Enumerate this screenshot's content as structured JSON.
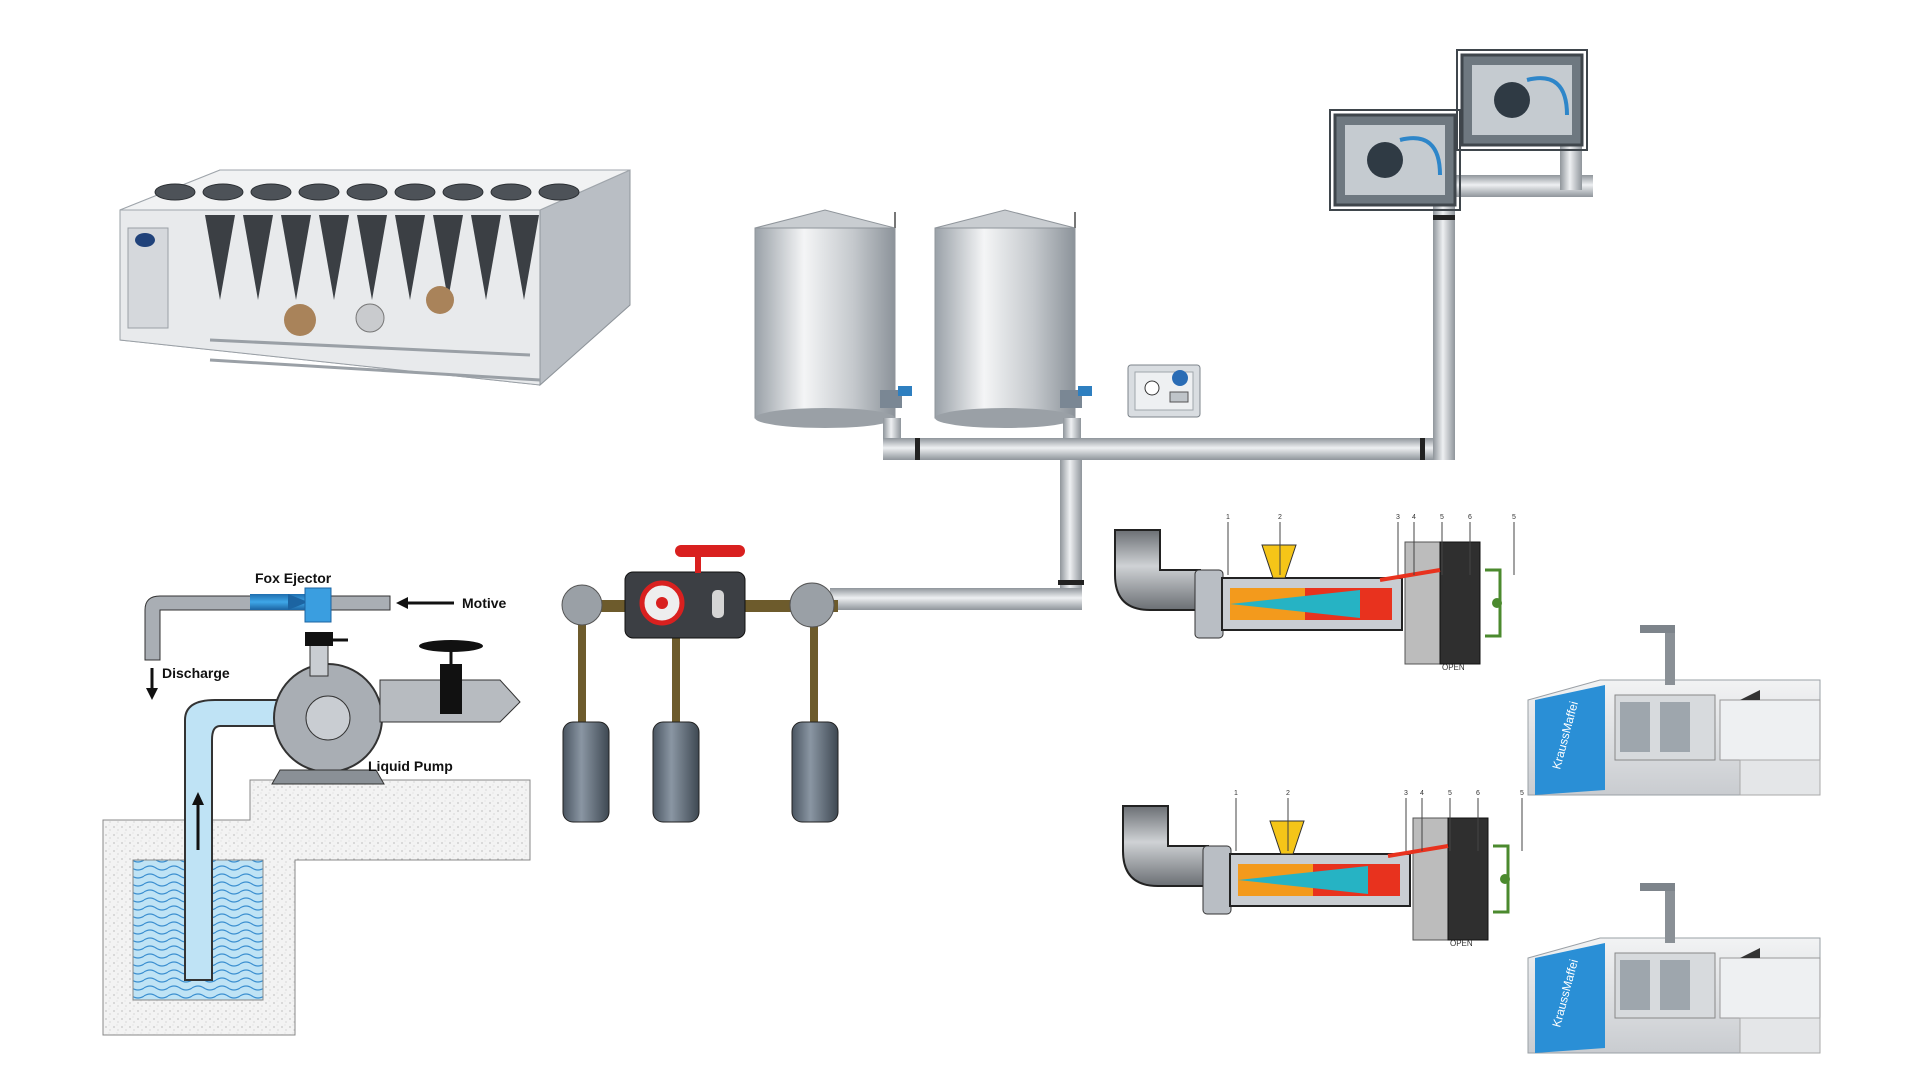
{
  "pump_diagram": {
    "ejector_label": "Fox Ejector",
    "motive_label": "Motive",
    "discharge_label": "Discharge",
    "pump_label": "Liquid Pump"
  },
  "molding_units": [
    {
      "markers": [
        "1",
        "2",
        "3",
        "4",
        "5",
        "6",
        "5"
      ],
      "open_label": "OPEN"
    },
    {
      "markers": [
        "1",
        "2",
        "3",
        "4",
        "5",
        "6",
        "5"
      ],
      "open_label": "OPEN"
    }
  ],
  "machines": [
    {
      "brand": "KraussMaffei"
    },
    {
      "brand": "KraussMaffei"
    }
  ],
  "colors": {
    "pipe": "#b8bcc2",
    "water": "#bfe3f5",
    "ejector": "#3a9ee0",
    "machine_blue": "#2a8fd6",
    "heat_red": "#e8321e",
    "heat_orange": "#f39a1c",
    "screw_teal": "#26b3c4",
    "hopper_yellow": "#f5c518",
    "valve_red": "#d9201f",
    "tank_dark": "#5f6b78"
  },
  "icons": [
    "chiller-icon",
    "storage-tank-icon",
    "control-panel-icon",
    "air-compressor-icon",
    "vacuum-receiver-icon",
    "injection-unit-icon",
    "injection-machine-icon",
    "centrifugal-pump-icon",
    "valve-handwheel-icon"
  ]
}
